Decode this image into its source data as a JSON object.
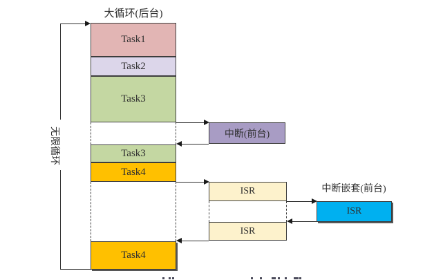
{
  "diagram": {
    "title": "大循环(后台)",
    "loop_label": "无限循环",
    "background_tasks": [
      {
        "label": "Task1"
      },
      {
        "label": "Task2"
      },
      {
        "label": "Task3"
      },
      {
        "label": "Task3"
      },
      {
        "label": "Task4"
      },
      {
        "label": "Task4"
      }
    ],
    "interrupt": {
      "label": "中断(前台)"
    },
    "isr": {
      "first": "ISR",
      "second": "ISR"
    },
    "nested_interrupt": {
      "title": "中断嵌套(前台)",
      "isr_label": "ISR"
    }
  },
  "colors": {
    "task1_fill": "#e2b5b4",
    "task2_fill": "#dcd6ea",
    "task3_fill": "#c4d7a2",
    "task4_fill": "#ffc000",
    "interrupt_fill": "#a89cc4",
    "isr_fill": "#fdf2cc",
    "nested_isr_fill": "#00b0f0",
    "border": "#3d3d3d",
    "background": "#ffffff"
  }
}
